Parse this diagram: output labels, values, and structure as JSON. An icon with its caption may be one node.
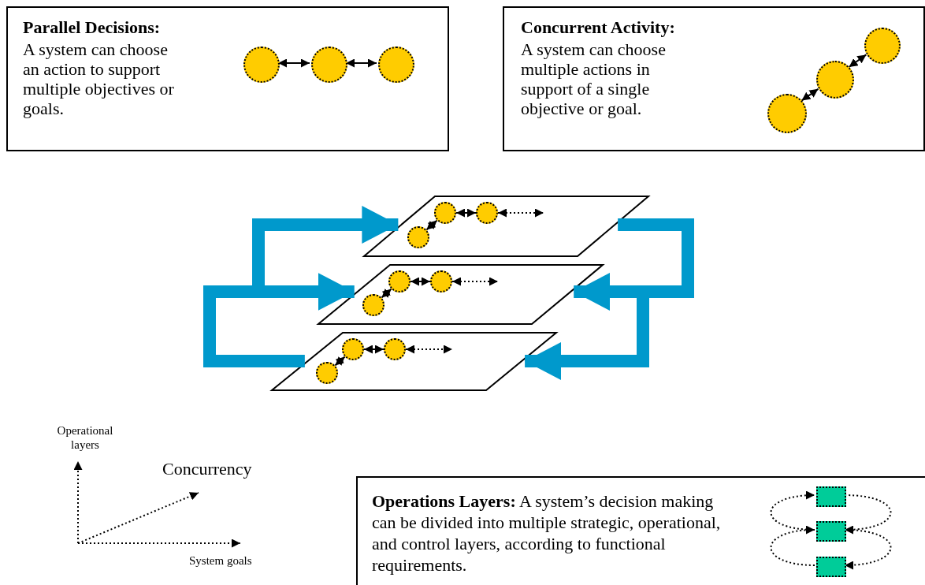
{
  "diagram": {
    "nodes": [
      {
        "text": [
          "Parallel Decisions:",
          "A system can choose an action to support multiple objectives or goals."
        ]
      },
      {
        "text": [],
        "shape": "circle",
        "in": 0
      },
      {
        "text": [],
        "shape": "circle",
        "in": 0
      },
      {
        "text": [],
        "shape": "circle",
        "in": 0
      },
      {
        "text": [
          "Concurrent Activity:",
          "A system can choose multiple actions in support of a single objective or goal."
        ]
      },
      {
        "text": [],
        "shape": "circle",
        "in": 4
      },
      {
        "text": [],
        "shape": "circle",
        "in": 4
      },
      {
        "text": [],
        "shape": "circle",
        "in": 4
      },
      {
        "text": [],
        "shape": "parallelogram"
      },
      {
        "text": [],
        "shape": "circle",
        "in": 8
      },
      {
        "text": [],
        "shape": "circle",
        "in": 8
      },
      {
        "text": [],
        "shape": "circle",
        "in": 8
      },
      {
        "text": [],
        "shape": "parallelogram"
      },
      {
        "text": [],
        "shape": "circle",
        "in": 12
      },
      {
        "text": [],
        "shape": "circle",
        "in": 12
      },
      {
        "text": [],
        "shape": "circle",
        "in": 12
      },
      {
        "text": [],
        "shape": "parallelogram"
      },
      {
        "text": [],
        "shape": "circle",
        "in": 16
      },
      {
        "text": [],
        "shape": "circle",
        "in": 16
      },
      {
        "text": [],
        "shape": "circle",
        "in": 16
      },
      {
        "text": [
          "**Operations Layers:** A system’s decision making can be divided into multiple strategic, operational, and control layers, according to functional requirements."
        ]
      },
      {
        "text": [],
        "shape": "box",
        "in": 20
      },
      {
        "text": [],
        "shape": "box",
        "in": 20
      },
      {
        "text": [],
        "shape": "box",
        "in": 20
      }
    ],
    "edges": [
      {
        "from": 1,
        "to": 2,
        "arrow": "both"
      },
      {
        "from": 2,
        "to": 3,
        "arrow": "both"
      },
      {
        "from": 5,
        "to": 6,
        "arrow": "both"
      },
      {
        "from": 6,
        "to": 7,
        "arrow": "both"
      },
      {
        "from": 9,
        "to": 10,
        "arrow": "both"
      },
      {
        "from": 10,
        "to": 11,
        "arrow": "both"
      },
      {
        "from": 11,
        "to": null,
        "arrow": "both",
        "style": "dashed"
      },
      {
        "from": 13,
        "to": 14,
        "arrow": "both"
      },
      {
        "from": 14,
        "to": 15,
        "arrow": "both"
      },
      {
        "from": 15,
        "to": null,
        "arrow": "both",
        "style": "dashed"
      },
      {
        "from": 17,
        "to": 18,
        "arrow": "both"
      },
      {
        "from": 18,
        "to": 19,
        "arrow": "both"
      },
      {
        "from": 19,
        "to": null,
        "arrow": "both",
        "style": "dashed"
      },
      {
        "from": 16,
        "to": 12,
        "arrow": "to",
        "style": "thick",
        "color": "#0099cc"
      },
      {
        "from": 16,
        "to": 8,
        "arrow": "to",
        "style": "thick",
        "color": "#0099cc"
      },
      {
        "from": 8,
        "to": 12,
        "arrow": "to",
        "style": "thick",
        "color": "#0099cc"
      },
      {
        "from": 8,
        "to": 16,
        "arrow": "to",
        "style": "thick",
        "color": "#0099cc"
      },
      {
        "from": 22,
        "to": 21,
        "arrow": "to",
        "style": "dashed"
      },
      {
        "from": 21,
        "to": 22,
        "arrow": "to",
        "style": "dashed"
      },
      {
        "from": 23,
        "to": 22,
        "arrow": "to",
        "style": "dashed"
      },
      {
        "from": 22,
        "to": 23,
        "arrow": "to",
        "style": "dashed"
      }
    ],
    "labels": [
      "Operational layers",
      "Concurrency",
      "System goals"
    ]
  }
}
